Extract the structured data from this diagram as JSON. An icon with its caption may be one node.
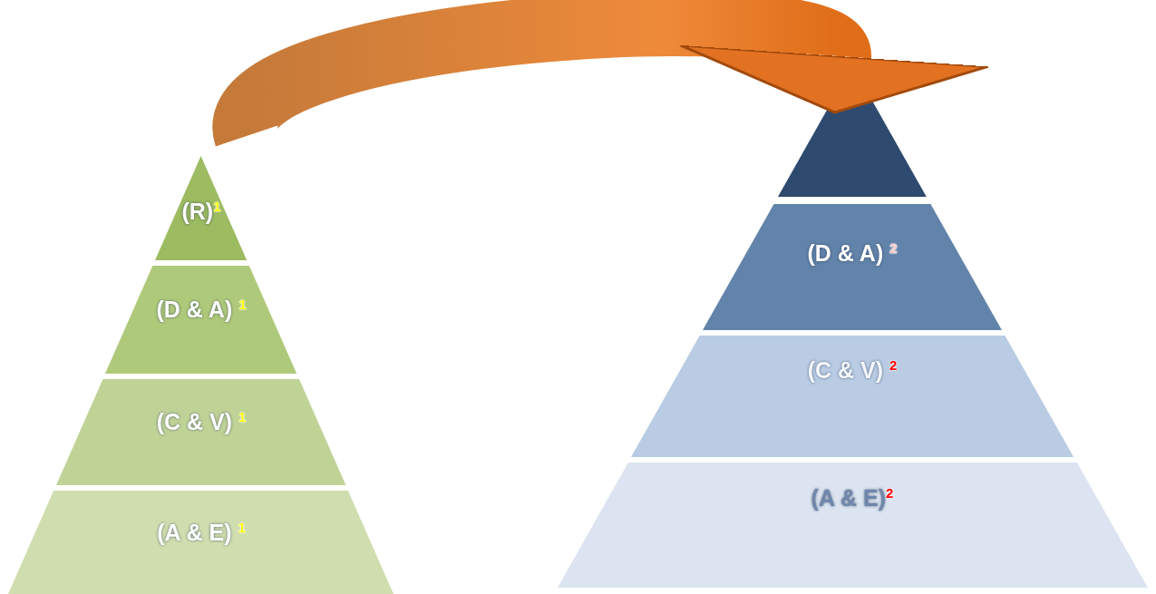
{
  "diagram": {
    "nodes": [
      {
        "text": [
          "(R)$^{1}$"
        ]
      },
      {
        "text": [
          "(D & A) $^{1}$"
        ]
      },
      {
        "text": [
          "(C & V) $^{1}$"
        ]
      },
      {
        "text": [
          "(A & E) $^{1}$"
        ]
      },
      {
        "text": [],
        "shape": "trapezoid"
      },
      {
        "text": [
          "(D & A) $^{2}$"
        ]
      },
      {
        "text": [
          "(C & V) $^{2}$"
        ]
      },
      {
        "text": [
          "(A & E)$^{2}$"
        ]
      }
    ],
    "edges": [
      {
        "from": 0,
        "to": 4,
        "arrow": "to",
        "style": "thick"
      }
    ]
  }
}
